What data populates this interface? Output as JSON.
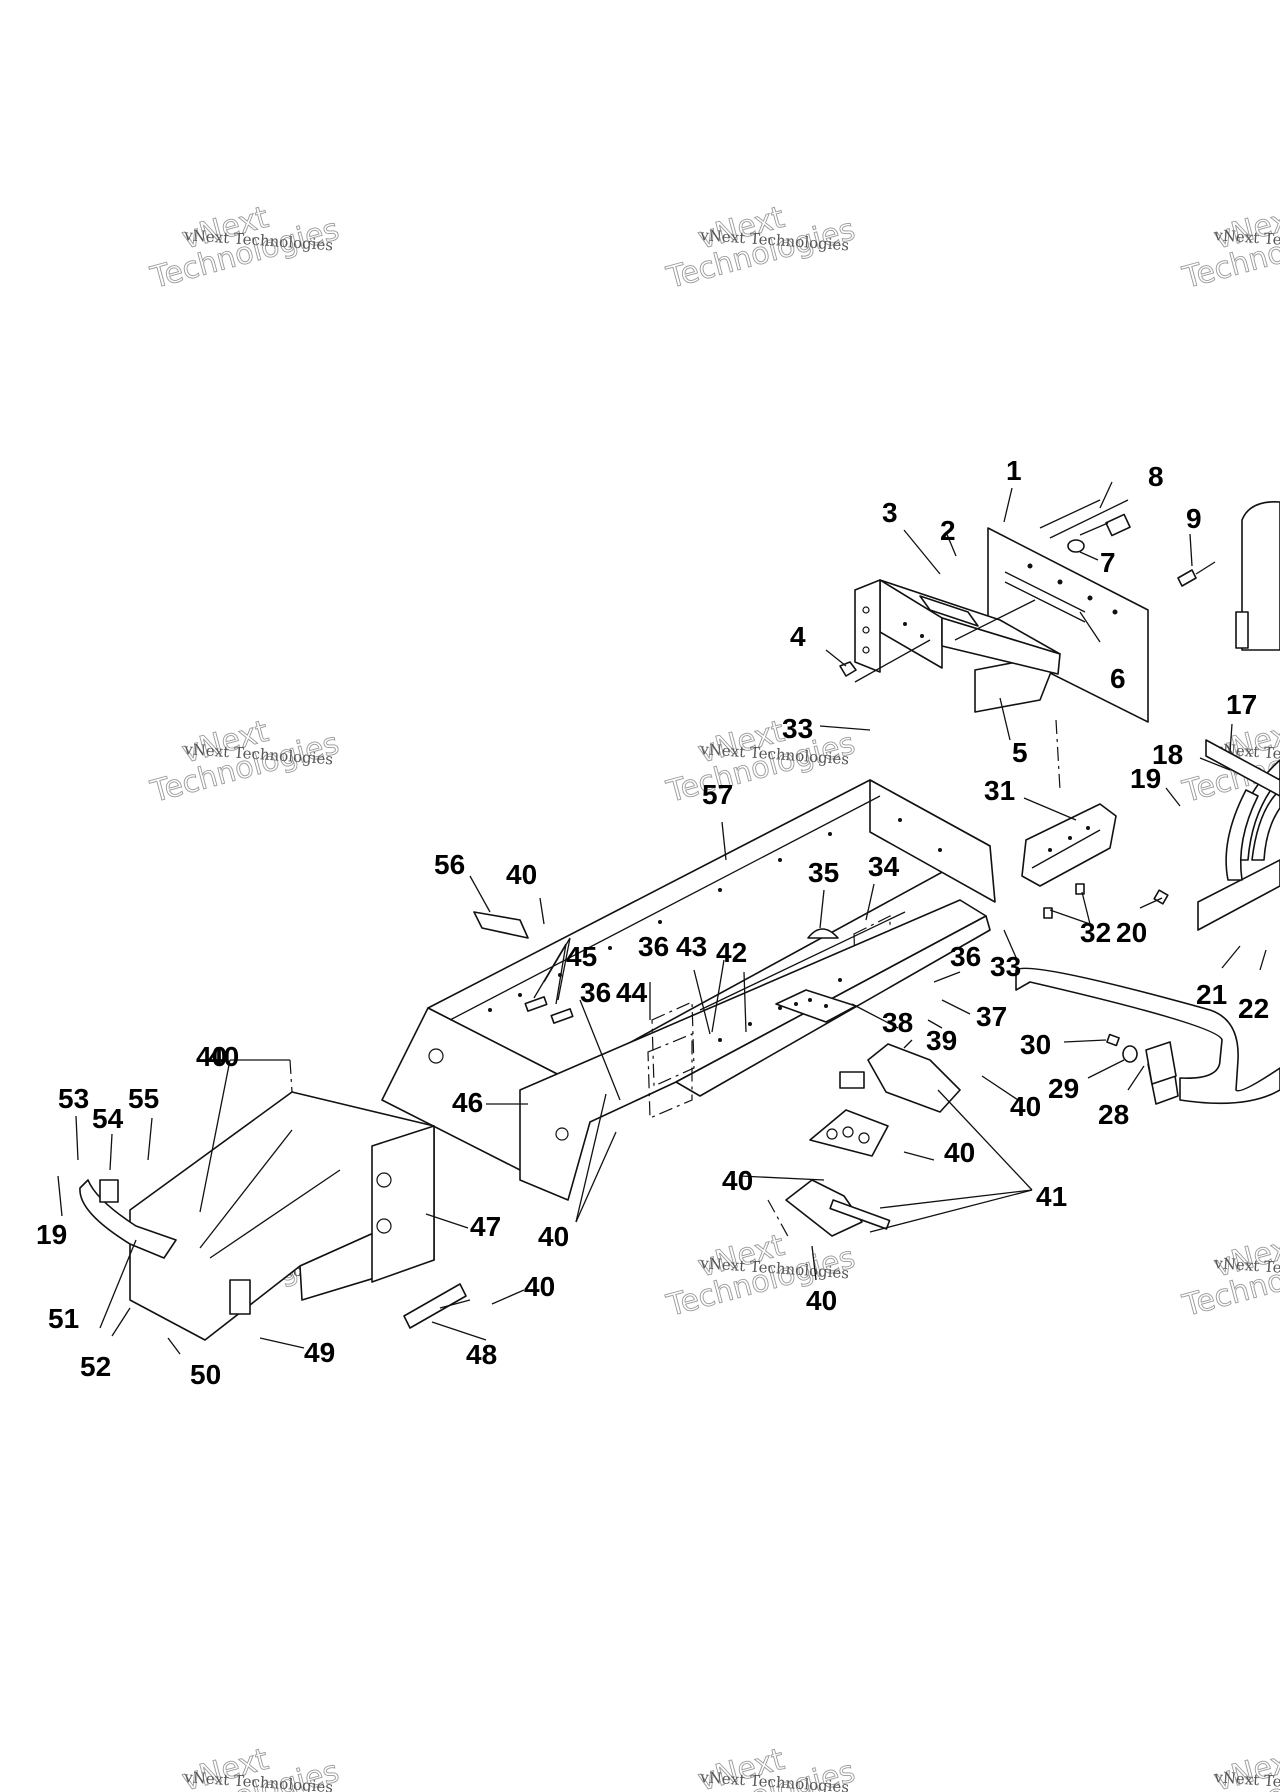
{
  "watermark": {
    "small": "vNext Technologies",
    "big_line1": "vNext",
    "big_line2": "Technologies"
  },
  "callouts": [
    "1",
    "2",
    "3",
    "4",
    "5",
    "6",
    "7",
    "8",
    "9",
    "17",
    "18",
    "19",
    "19",
    "20",
    "21",
    "22",
    "28",
    "29",
    "30",
    "31",
    "32",
    "33",
    "33",
    "34",
    "35",
    "36",
    "36",
    "36",
    "37",
    "38",
    "39",
    "40",
    "40",
    "40",
    "40",
    "40",
    "40",
    "40",
    "40",
    "40",
    "40",
    "41",
    "42",
    "43",
    "44",
    "45",
    "46",
    "47",
    "48",
    "49",
    "50",
    "51",
    "52",
    "53",
    "54",
    "55",
    "56",
    "57"
  ]
}
